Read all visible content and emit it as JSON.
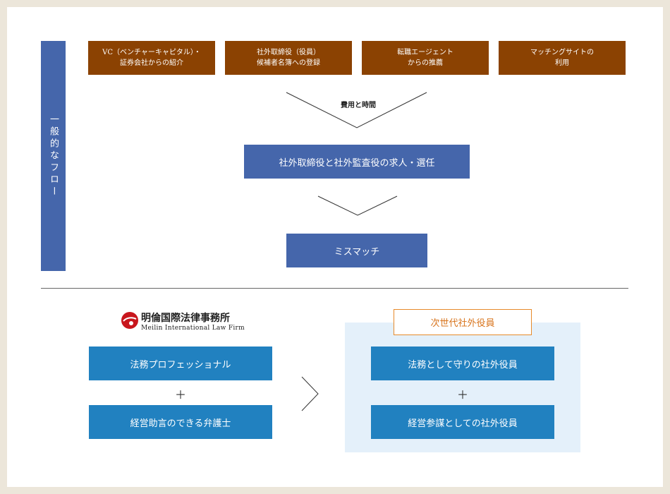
{
  "flow": {
    "side_label": "一般的なフロー",
    "sources": [
      {
        "line1": "VC（ベンチャーキャピタル）・",
        "line2": "証券会社からの紹介"
      },
      {
        "line1": "社外取締役（役員）",
        "line2": "候補者名簿への登録"
      },
      {
        "line1": "転職エージェント",
        "line2": "からの推薦"
      },
      {
        "line1": "マッチングサイトの",
        "line2": "利用"
      }
    ],
    "arrow_label": "費用と時間",
    "step1": "社外取締役と社外監査役の求人・選任",
    "step2": "ミスマッチ"
  },
  "firm": {
    "name": "明倫国際法律事務所",
    "name_en": "Meilin International Law Firm",
    "qualities": [
      "法務プロフェッショナル",
      "経営助言のできる弁護士"
    ],
    "plus": "＋"
  },
  "next_gen": {
    "tag": "次世代社外役員",
    "roles": [
      "法務として守りの社外役員",
      "経営参謀としての社外役員"
    ],
    "plus": "＋"
  },
  "colors": {
    "brown": "#8b4202",
    "navy": "#4566ab",
    "teal": "#2181c0",
    "orange": "#e78a2a",
    "light_blue": "#e4f0fa"
  }
}
